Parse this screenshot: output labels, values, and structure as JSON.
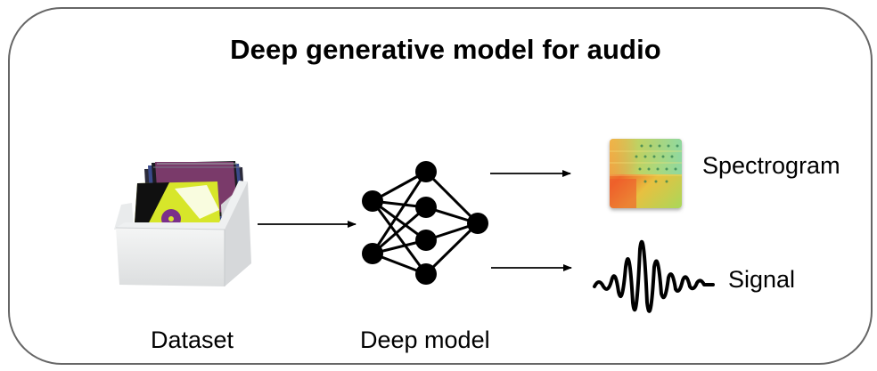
{
  "title": "Deep generative model for audio",
  "labels": {
    "dataset": "Dataset",
    "deep_model": "Deep model",
    "spectrogram": "Spectrogram",
    "signal": "Signal"
  },
  "icons": {
    "dataset": "record-crate-icon",
    "model": "neural-network-icon",
    "spectrogram": "spectrogram-thumbnail-icon",
    "signal": "waveform-icon"
  },
  "colors": {
    "border": "#666666",
    "record_yellow": "#d7e62a",
    "node": "#000000"
  }
}
